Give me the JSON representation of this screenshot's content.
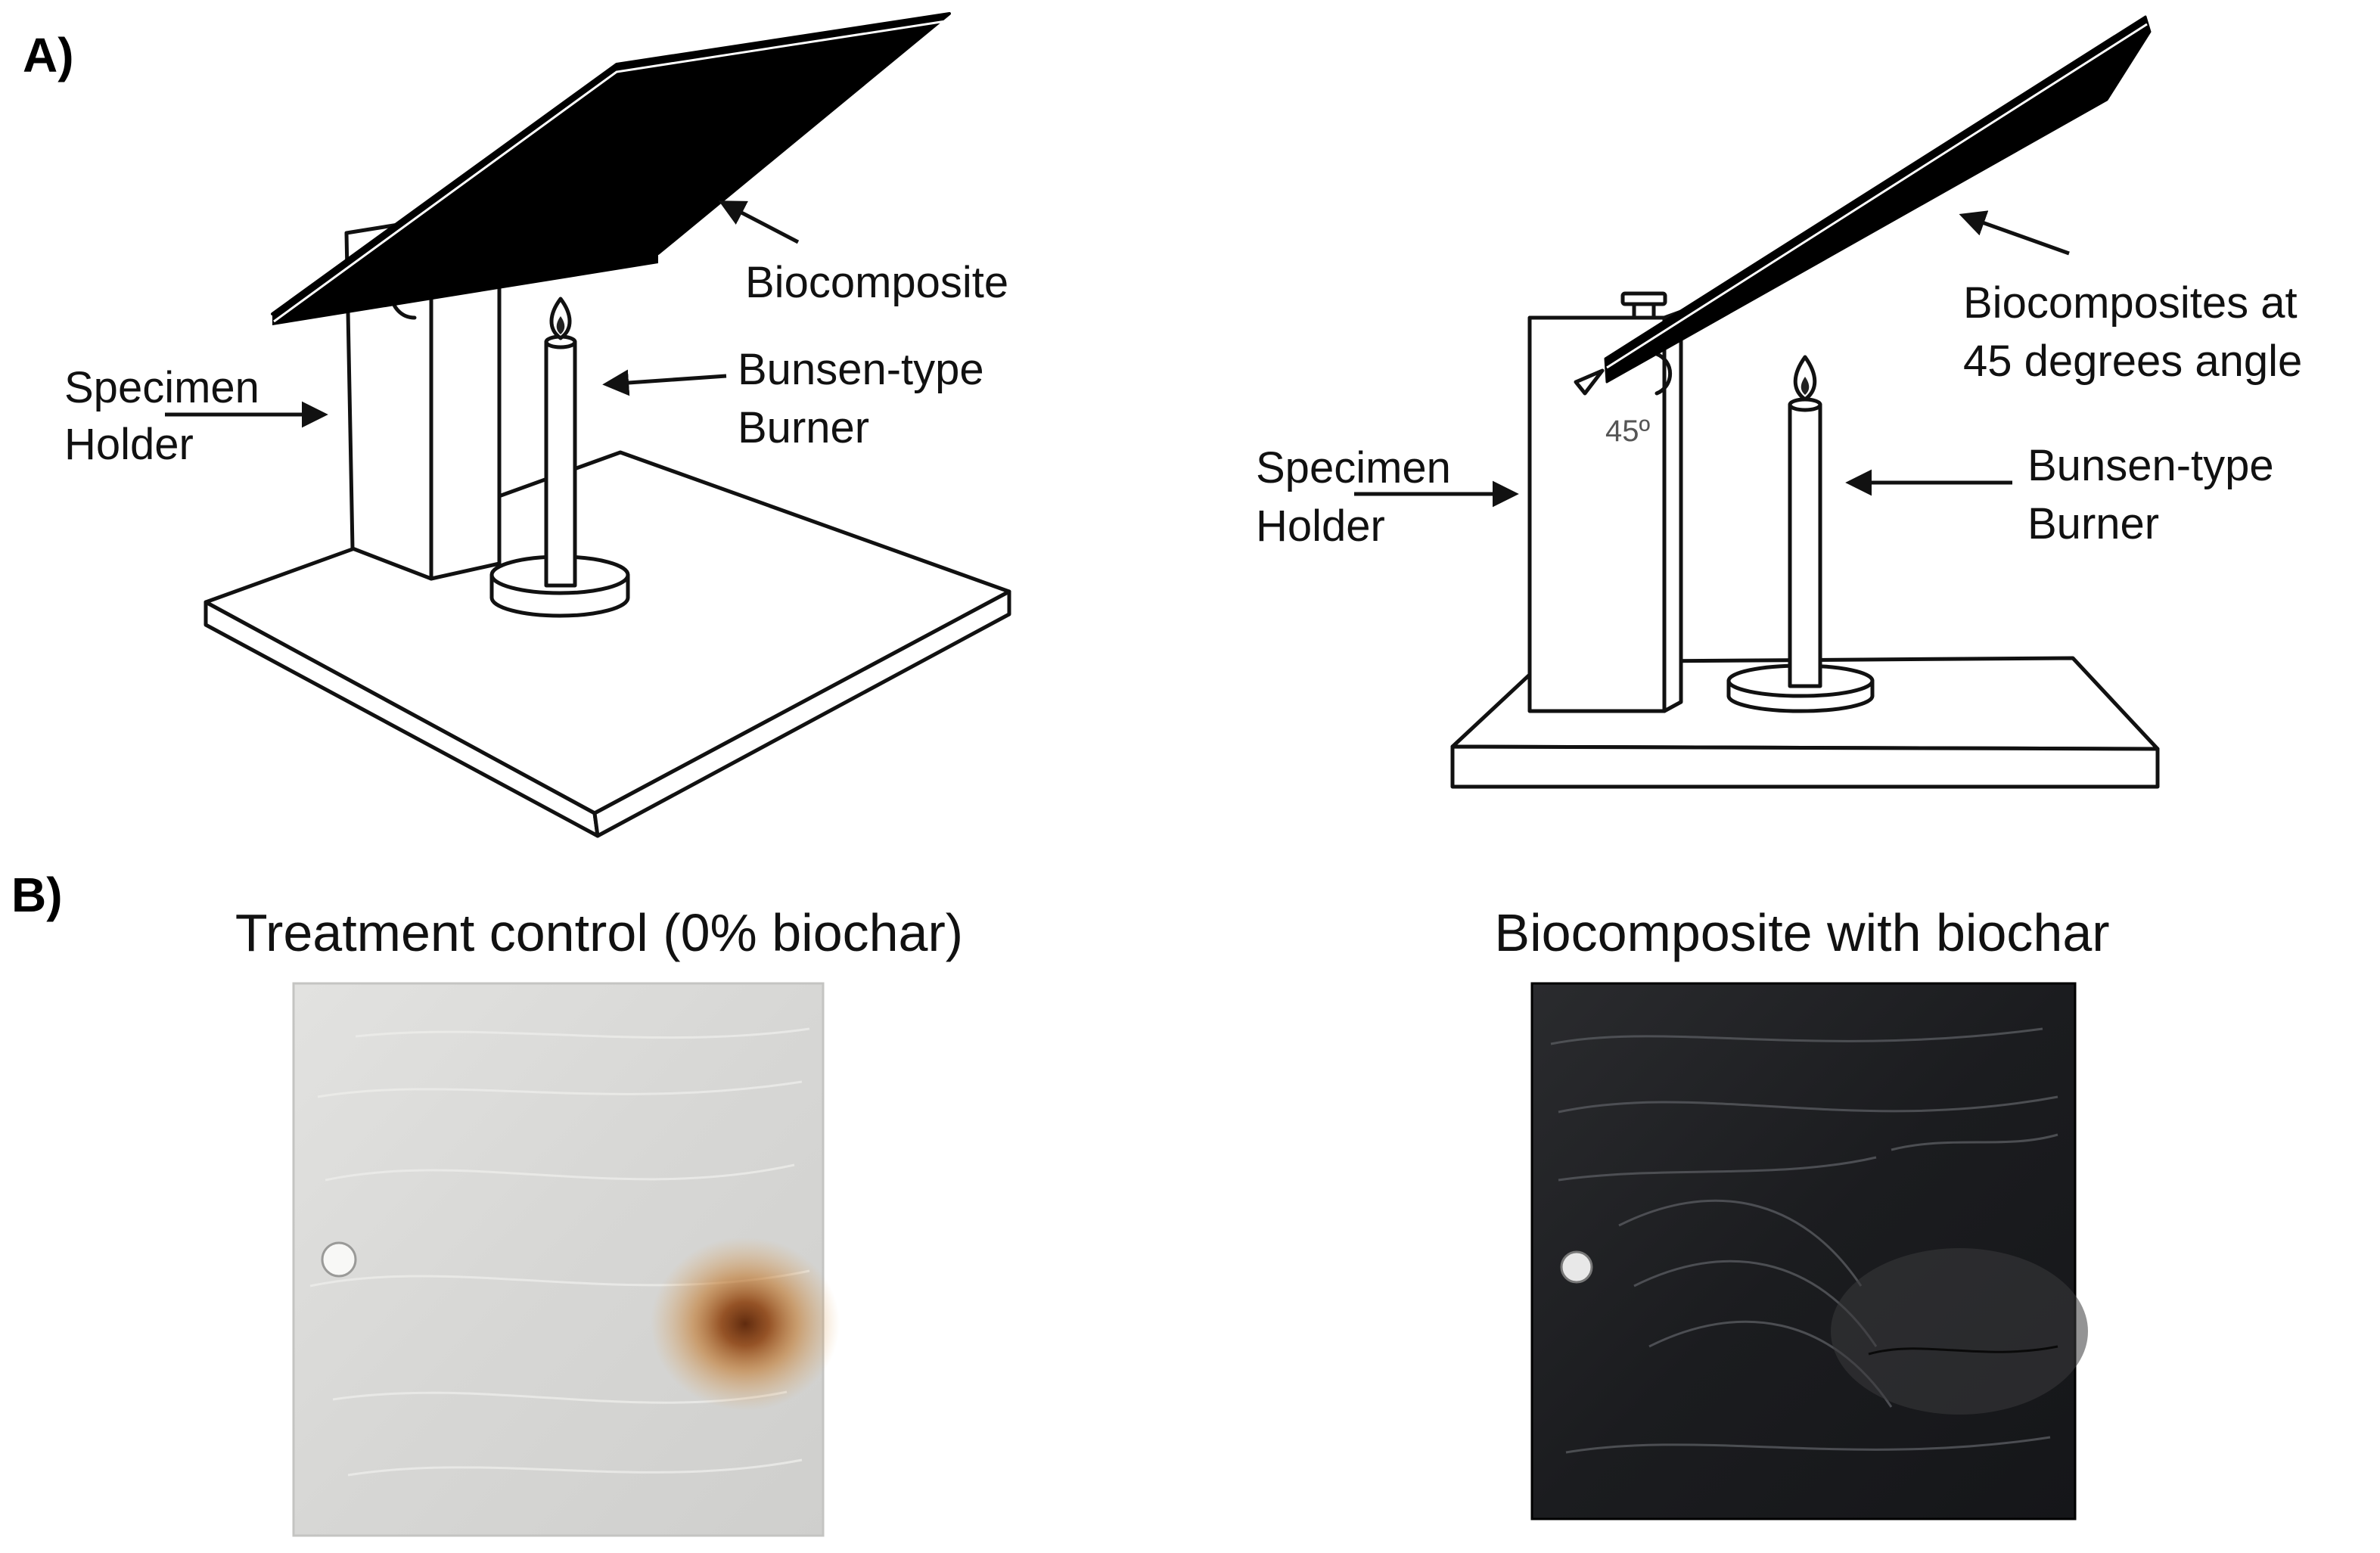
{
  "panel_a": {
    "letter": "A)",
    "left": {
      "biocomposite": "Biocomposite",
      "holder_1": "Specimen",
      "holder_2": "Holder",
      "burner_1": "Bunsen-type",
      "burner_2": "Burner"
    },
    "right": {
      "biocomposite_1": "Biocomposites at",
      "biocomposite_2": "45 degrees angle",
      "angle": "45º",
      "holder_1": "Specimen",
      "holder_2": "Holder",
      "burner_1": "Bunsen-type",
      "burner_2": "Burner"
    }
  },
  "panel_b": {
    "letter": "B)",
    "control_title": "Treatment control (0% biochar)",
    "biochar_title": "Biocomposite with biochar"
  },
  "colors": {
    "control_plate": "#dcdcda",
    "burn_mark": "#8a3c08",
    "biochar_plate": "#1f2023"
  }
}
